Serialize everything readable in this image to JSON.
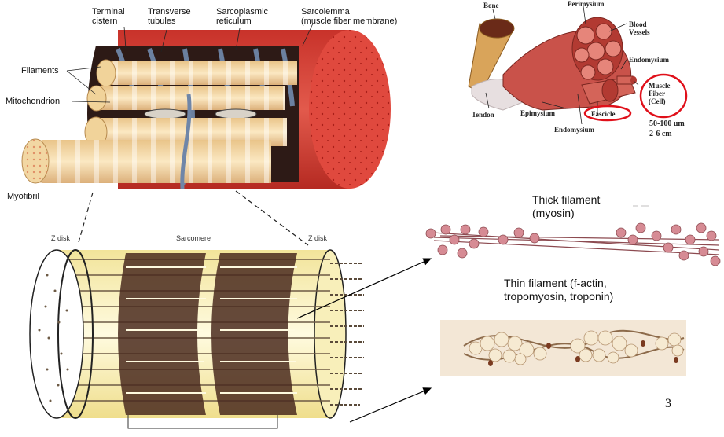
{
  "fiber_labels": {
    "terminal_cistern": "Terminal\ncistern",
    "transverse_tubules": "Transverse\ntubules",
    "sarcoplasmic_reticulum": "Sarcoplasmic\nreticulum",
    "sarcolemma": "Sarcolemma\n(muscle fiber membrane)",
    "filaments": "Filaments",
    "mitochondrion": "Mitochondrion",
    "myofibril": "Myofibril"
  },
  "muscle_labels": {
    "bone": "Bone",
    "perimysium": "Perimysium",
    "blood_vessels": "Blood\nVessels",
    "endomysium_top": "Endomysium",
    "muscle_fiber": "Muscle\nFiber\n(Cell)",
    "tendon": "Tendon",
    "epimysium": "Epimysium",
    "fascicle": "Fascicle",
    "endomysium_bottom": "Endomysium",
    "size_1": "50-100 um",
    "size_2": "2-6 cm"
  },
  "sarcomere_labels": {
    "z_disk_left": "Z disk",
    "sarcomere": "Sarcomere",
    "z_disk_right": "Z disk"
  },
  "filament_labels": {
    "thick": "Thick filament\n(myosin)",
    "thin": "Thin filament (f-actin,\ntropomyosin, troponin)"
  },
  "page_number": "3",
  "colors": {
    "sarcolemma_red": "#d9302a",
    "myofibril_cream": "#f3d9a4",
    "tubule_blue": "#6f86a8",
    "muscle_pink": "#c9524a",
    "bone_tan": "#d9a45a",
    "sarcomere_yellow": "#fbf3c0",
    "thick_band": "#4a2a1e",
    "myosin_pink": "#d68b94",
    "actin_bead": "#f6ead2",
    "highlight_red": "#e0101a"
  }
}
